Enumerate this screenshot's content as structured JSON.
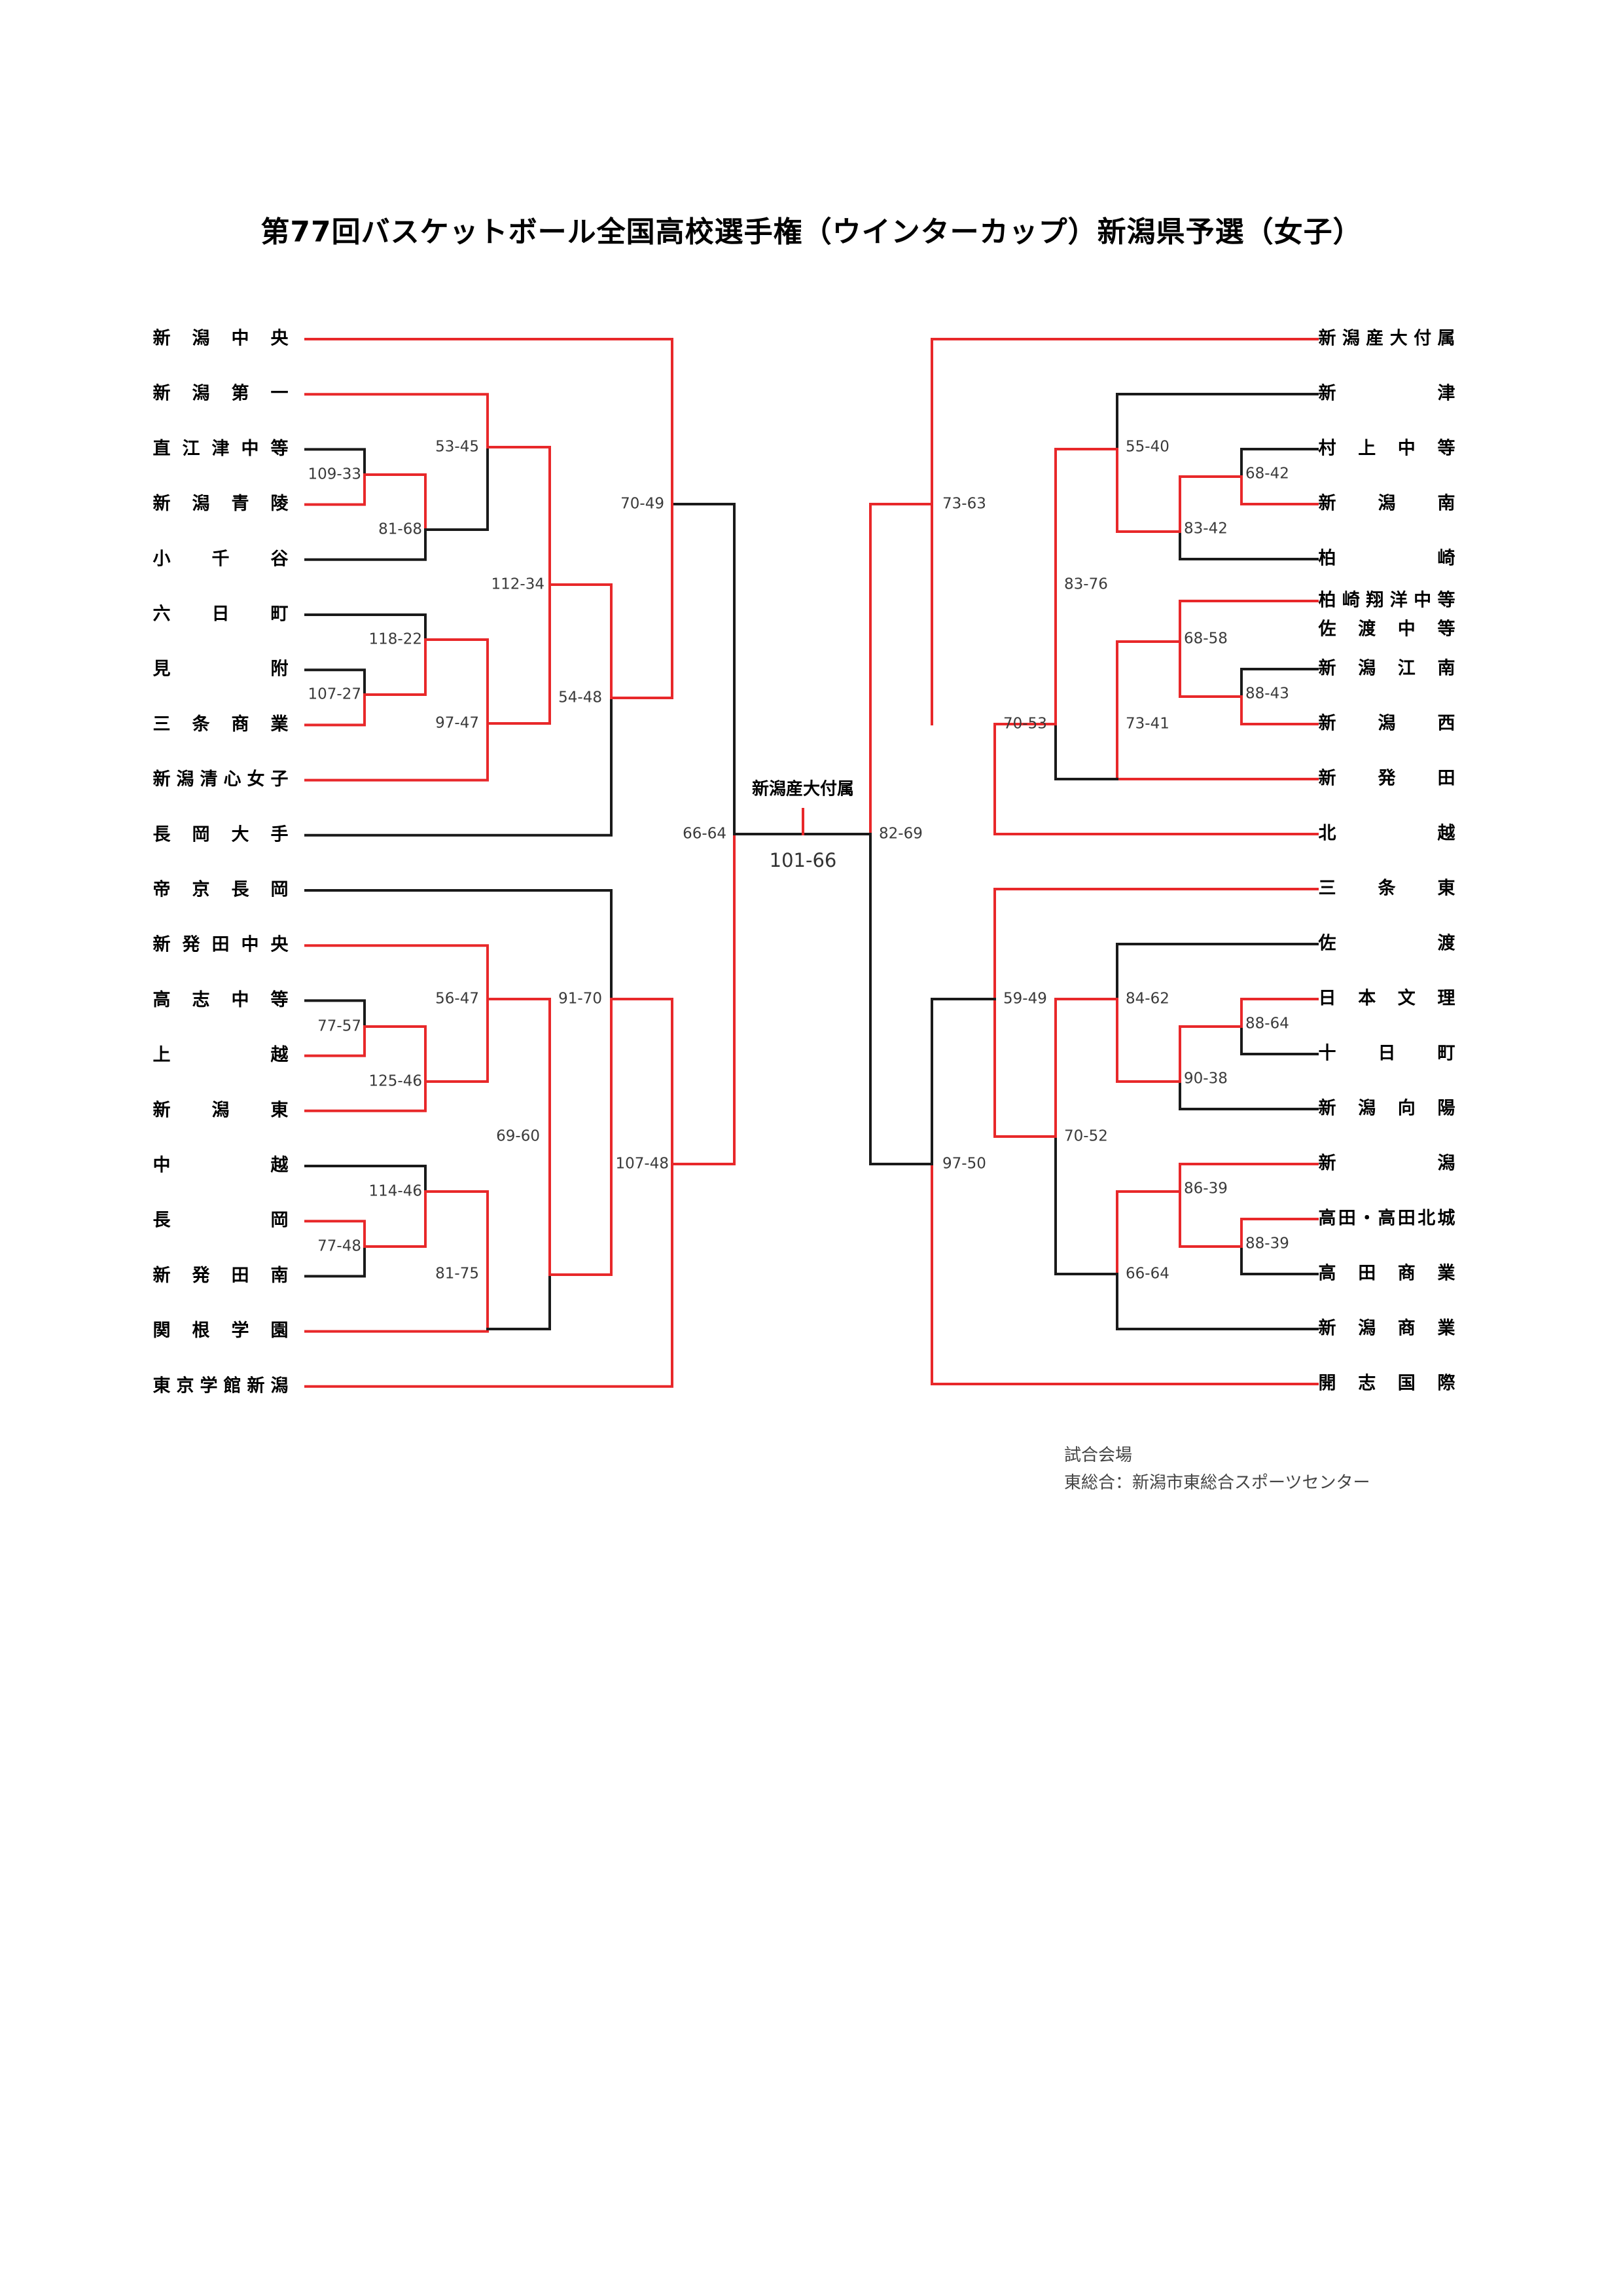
{
  "title": "第77回バスケットボール全国高校選手権（ウインターカップ）新潟県予選（女子）",
  "colors": {
    "winner": "#e8282a",
    "loser": "#1a1a1a"
  },
  "left_teams": [
    "新潟中央",
    "新潟第一",
    "直江津中等",
    "新潟青陵",
    "小千谷",
    "六日町",
    "見附",
    "三条商業",
    "新潟清心女子",
    "長岡大手",
    "帝京長岡",
    "新発田中央",
    "高志中等",
    "上越",
    "新潟東",
    "中越",
    "長岡",
    "新発田南",
    "関根学園",
    "東京学館新潟"
  ],
  "right_teams": [
    "新潟産大付属",
    "新津",
    "村上中等",
    "新潟南",
    "柏崎",
    "柏崎翔洋中等",
    "佐渡中等",
    "新潟江南",
    "新潟西",
    "新発田",
    "北越",
    "三条東",
    "佐渡",
    "日本文理",
    "十日町",
    "新潟向陽",
    "新潟",
    "高田・高田北城",
    "高田商業",
    "新潟商業",
    "開志国際"
  ],
  "scores": {
    "L_a": "109-33",
    "L_b": "81-68",
    "L_c": "53-45",
    "L_d": "107-27",
    "L_e": "118-22",
    "L_f": "97-47",
    "L_g": "112-34",
    "L_h": "54-48",
    "L_i": "70-49",
    "L_j": "77-57",
    "L_k": "125-46",
    "L_l": "56-47",
    "L_m": "77-48",
    "L_n": "114-46",
    "L_o": "81-75",
    "L_p": "69-60",
    "L_q": "91-70",
    "L_r": "107-48",
    "L_semi": "66-64",
    "R_a": "68-42",
    "R_b": "83-42",
    "R_c": "55-40",
    "R_d": "88-43",
    "R_e": "68-58",
    "R_f": "73-41",
    "R_g": "83-76",
    "R_h": "70-53",
    "R_i": "73-63",
    "R_j": "88-64",
    "R_k": "90-38",
    "R_l": "84-62",
    "R_m": "59-49",
    "R_n": "88-39",
    "R_o": "86-39",
    "R_p": "66-64",
    "R_q": "70-52",
    "R_r": "97-50",
    "R_semi": "82-69"
  },
  "final": {
    "champion": "新潟産大付属",
    "score": "101-66"
  },
  "venue": {
    "title": "試合会場",
    "text": "東総合：新潟市東総合スポーツセンター"
  }
}
